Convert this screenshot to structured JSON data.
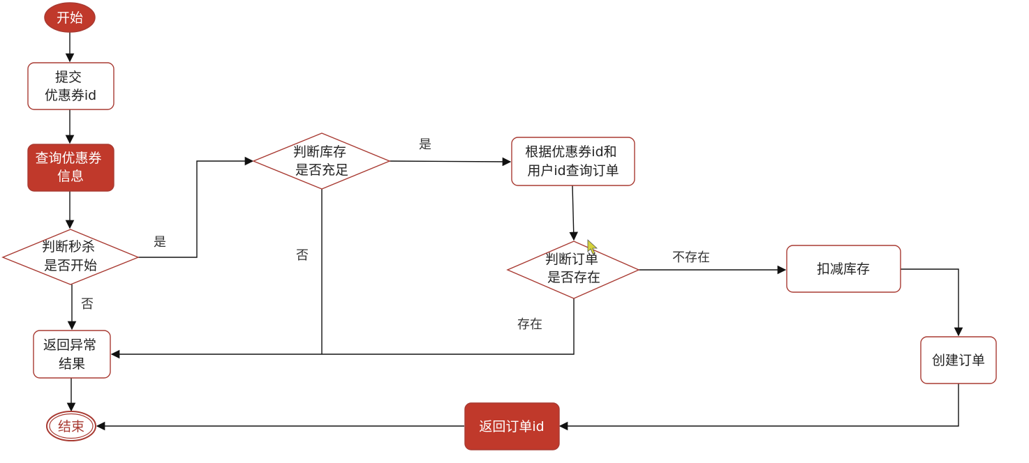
{
  "colors": {
    "accent_fill": "#c0392b",
    "outline": "#a83a32",
    "line": "#111111",
    "background": "#ffffff"
  },
  "nodes": {
    "start": {
      "lines": [
        "开始"
      ]
    },
    "submit": {
      "lines": [
        "提交",
        "优惠券id"
      ]
    },
    "query_coupon": {
      "lines": [
        "查询优惠券",
        "信息"
      ]
    },
    "judge_seckill": {
      "lines": [
        "判断秒杀",
        "是否开始"
      ]
    },
    "judge_stock": {
      "lines": [
        "判断库存",
        "是否充足"
      ]
    },
    "query_order": {
      "lines": [
        "根据优惠券id和",
        "用户id查询订单"
      ]
    },
    "judge_order": {
      "lines": [
        "判断订单",
        "是否存在"
      ]
    },
    "deduct_stock": {
      "lines": [
        "扣减库存"
      ]
    },
    "create_order": {
      "lines": [
        "创建订单"
      ]
    },
    "return_order_id": {
      "lines": [
        "返回订单id"
      ]
    },
    "return_error": {
      "lines": [
        "返回异常",
        "结果"
      ]
    },
    "end": {
      "lines": [
        "结束"
      ]
    }
  },
  "edge_labels": {
    "seckill_yes": "是",
    "seckill_no": "否",
    "stock_yes": "是",
    "stock_no": "否",
    "order_not_exist": "不存在",
    "order_exist": "存在"
  }
}
